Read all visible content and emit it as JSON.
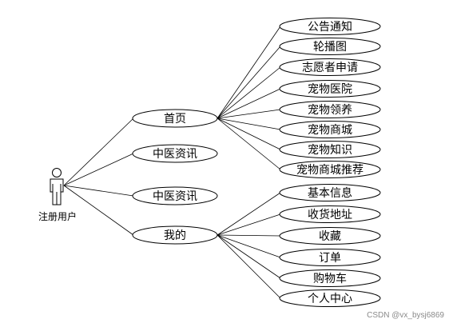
{
  "actor": {
    "label": "注册用户",
    "icon": "user-actor-icon"
  },
  "main_use_cases": [
    {
      "id": "home",
      "label": "首页"
    },
    {
      "id": "tcm1",
      "label": "中医资讯"
    },
    {
      "id": "tcm2",
      "label": "中医资讯"
    },
    {
      "id": "mine",
      "label": "我的"
    }
  ],
  "home_sub_use_cases": [
    {
      "id": "notice",
      "label": "公告通知"
    },
    {
      "id": "carousel",
      "label": "轮播图"
    },
    {
      "id": "volunteer",
      "label": "志愿者申请"
    },
    {
      "id": "hospital",
      "label": "宠物医院"
    },
    {
      "id": "adopt",
      "label": "宠物领养"
    },
    {
      "id": "mall",
      "label": "宠物商城"
    },
    {
      "id": "knowledge",
      "label": "宠物知识"
    },
    {
      "id": "mall-recommend",
      "label": "宠物商城推荐"
    }
  ],
  "mine_sub_use_cases": [
    {
      "id": "basic-info",
      "label": "基本信息"
    },
    {
      "id": "address",
      "label": "收货地址"
    },
    {
      "id": "favorites",
      "label": "收藏"
    },
    {
      "id": "orders",
      "label": "订单"
    },
    {
      "id": "cart",
      "label": "购物车"
    },
    {
      "id": "profile-center",
      "label": "个人中心"
    }
  ],
  "watermark": "CSDN @vx_bysj6869"
}
